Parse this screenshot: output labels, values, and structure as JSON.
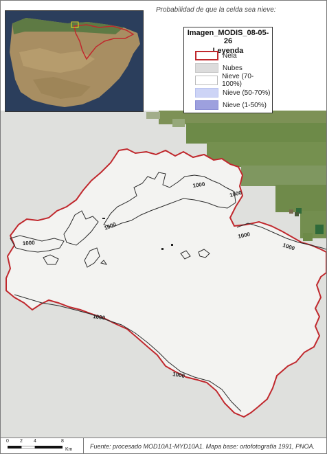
{
  "map": {
    "probability_title": "Probabilidad de que la celda sea nieve:",
    "legend": {
      "title": "Imagen_MODIS_08-05-26",
      "subtitle": "Leyenda",
      "items": [
        {
          "label": "Nela",
          "color": "#c0282d",
          "fill": "#ffffff"
        },
        {
          "label": "Nubes",
          "color": "#c8c8c8",
          "fill": "#dcdcdc"
        },
        {
          "label": "Nieve (70-100%)",
          "color": "#bbbbbb",
          "fill": "#ffffff"
        },
        {
          "label": "Nieve (50-70%)",
          "color": "#b8c1ee",
          "fill": "#cdd4f6"
        },
        {
          "label": "Nieve (1-50%)",
          "color": "#8c8fd6",
          "fill": "#9da0de"
        }
      ]
    },
    "contour_label": "1000",
    "scale": {
      "ticks": [
        "0",
        "2",
        "4",
        "8"
      ],
      "unit": "Km"
    },
    "source_text": "Fuente: procesado MOD10A1-MYD10A1. Mapa base: ortofotografía 1991, PNOA.",
    "colors": {
      "boundary": "#c0282d",
      "contour": "#2b2b2b",
      "clouds": "#dfe0dd",
      "vegetation": "#6f8a4a"
    }
  }
}
